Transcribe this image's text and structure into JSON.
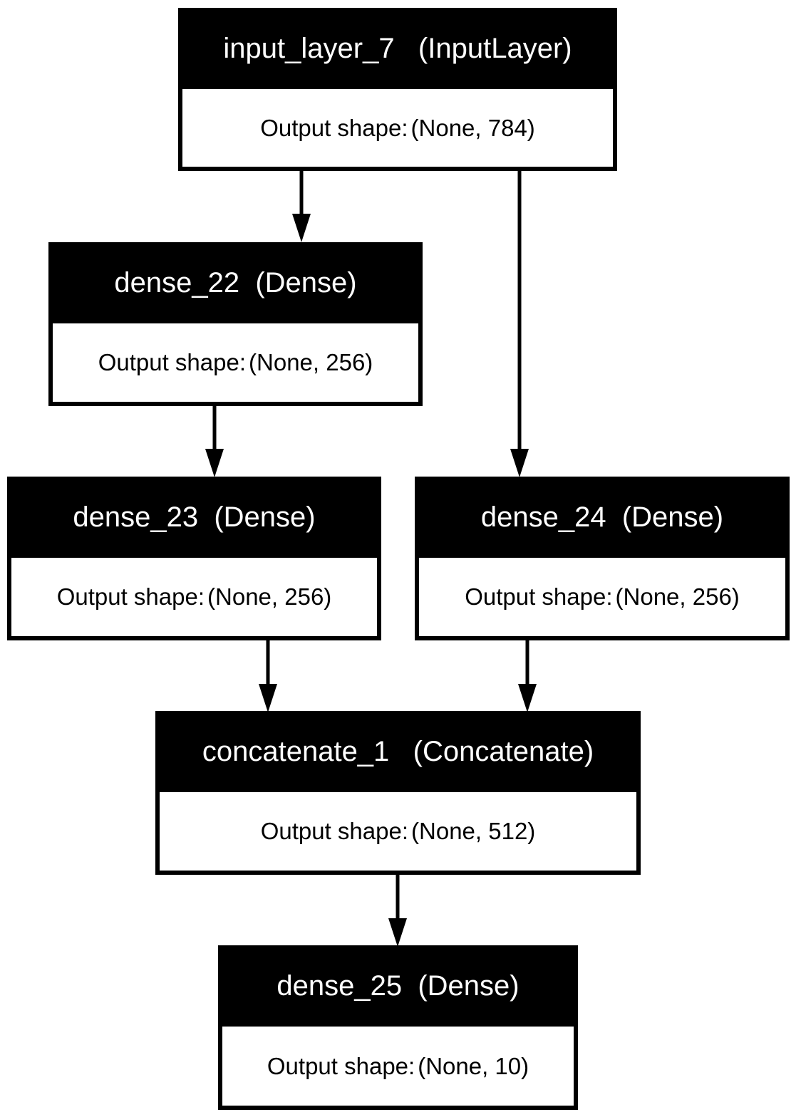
{
  "diagram": {
    "type": "model-plot",
    "nodes": [
      {
        "id": "input_layer_7",
        "name": "input_layer_7",
        "layer_type": "(InputLayer)",
        "shape_label": "Output shape:",
        "shape": "(None, 784)"
      },
      {
        "id": "dense_22",
        "name": "dense_22",
        "layer_type": "(Dense)",
        "shape_label": "Output shape:",
        "shape": "(None, 256)"
      },
      {
        "id": "dense_23",
        "name": "dense_23",
        "layer_type": "(Dense)",
        "shape_label": "Output shape:",
        "shape": "(None, 256)"
      },
      {
        "id": "dense_24",
        "name": "dense_24",
        "layer_type": "(Dense)",
        "shape_label": "Output shape:",
        "shape": "(None, 256)"
      },
      {
        "id": "concatenate_1",
        "name": "concatenate_1",
        "layer_type": "(Concatenate)",
        "shape_label": "Output shape:",
        "shape": "(None, 512)"
      },
      {
        "id": "dense_25",
        "name": "dense_25",
        "layer_type": "(Dense)",
        "shape_label": "Output shape:",
        "shape": "(None, 10)"
      }
    ],
    "edges": [
      {
        "from": "input_layer_7",
        "to": "dense_22"
      },
      {
        "from": "input_layer_7",
        "to": "dense_24"
      },
      {
        "from": "dense_22",
        "to": "dense_23"
      },
      {
        "from": "dense_23",
        "to": "concatenate_1"
      },
      {
        "from": "dense_24",
        "to": "concatenate_1"
      },
      {
        "from": "concatenate_1",
        "to": "dense_25"
      }
    ],
    "colors": {
      "header_background": "#000000",
      "header_text": "#ffffff",
      "body_background": "#ffffff",
      "body_text": "#000000",
      "edge": "#000000"
    }
  }
}
